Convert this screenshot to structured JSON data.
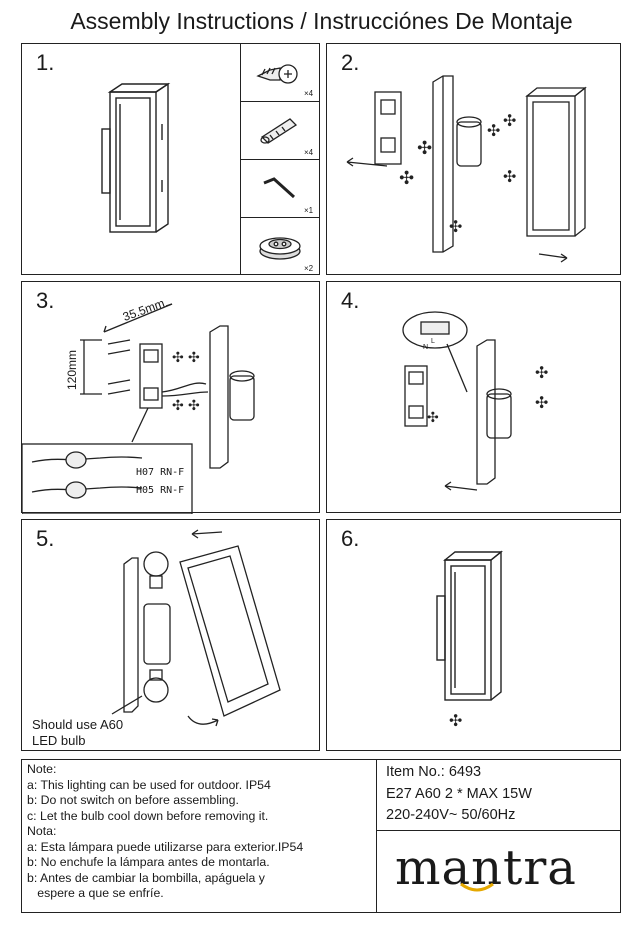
{
  "header": {
    "title": "Assembly Instructions / Instrucciónes De Montaje"
  },
  "steps": [
    {
      "number": "1."
    },
    {
      "number": "2."
    },
    {
      "number": "3."
    },
    {
      "number": "4."
    },
    {
      "number": "5."
    },
    {
      "number": "6."
    }
  ],
  "parts": [
    {
      "name": "screw-icon",
      "qty": "×4"
    },
    {
      "name": "wall-plug-icon",
      "qty": "×4"
    },
    {
      "name": "hex-key-icon",
      "qty": "×1"
    },
    {
      "name": "cable-gland-icon",
      "qty": "×2"
    }
  ],
  "step3": {
    "dim_horizontal": "35.5mm",
    "dim_vertical": "120mm",
    "cable_1": "H07 RN-F",
    "cable_2": "H05 RN-F"
  },
  "step4": {
    "terminal_l": "L",
    "terminal_n": "N"
  },
  "step5": {
    "bulb_note_line1": "Should use A60",
    "bulb_note_line2": "LED bulb"
  },
  "notes": {
    "heading_en": "Note:",
    "en": [
      "a: This lighting can be used for outdoor. IP54",
      "b: Do not switch on before assembling.",
      "c: Let the bulb cool down before removing it."
    ],
    "heading_es": "Nota:",
    "es": [
      "a: Esta lámpara puede utilizarse para exterior.IP54",
      "b: No enchufe la lámpara antes de montarla.",
      "b: Antes de cambiar la bombilla, apáguela y",
      "   espere a que se enfríe."
    ]
  },
  "item": {
    "item_no": "Item No.: 6493",
    "spec": "E27 A60  2 * MAX 15W",
    "voltage": "220-240V~ 50/60Hz",
    "brand": "mantra"
  },
  "colors": {
    "line": "#222222",
    "text": "#1a1a1a",
    "fill_light": "#e6e6e6"
  }
}
